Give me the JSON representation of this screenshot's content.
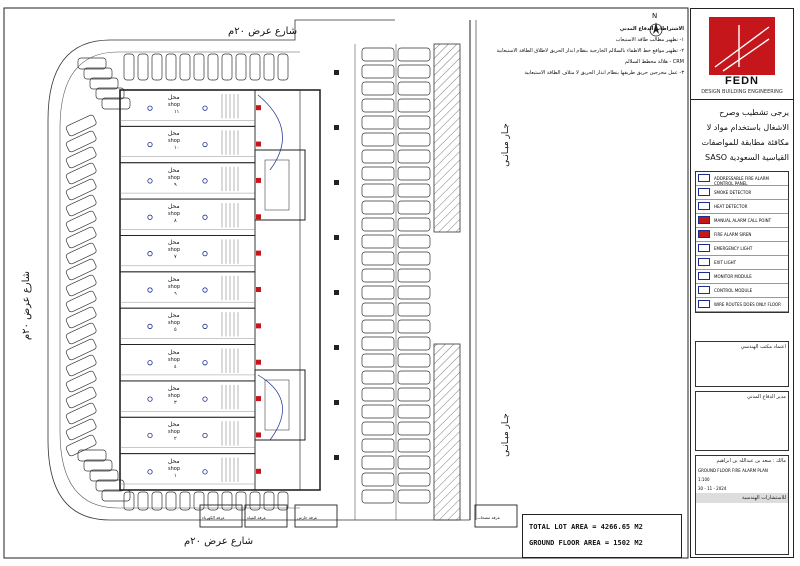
{
  "drawing": {
    "streets": {
      "top": "شارع عرض ٢٠م",
      "left": "شارع عرض ٢٠م",
      "bottom": "شارع عرض ٢٠م",
      "right_top": "جـار مبـانـى",
      "right_bottom": "جـار مبـانـى"
    },
    "shops": [
      {
        "ar": "محل",
        "en": "shop",
        "num": "١١"
      },
      {
        "ar": "محل",
        "en": "shop",
        "num": "١٠"
      },
      {
        "ar": "محل",
        "en": "shop",
        "num": "٩"
      },
      {
        "ar": "محل",
        "en": "shop",
        "num": "٨"
      },
      {
        "ar": "محل",
        "en": "shop",
        "num": "٧"
      },
      {
        "ar": "محل",
        "en": "shop",
        "num": "٦"
      },
      {
        "ar": "محل",
        "en": "shop",
        "num": "٥"
      },
      {
        "ar": "محل",
        "en": "shop",
        "num": "٤"
      },
      {
        "ar": "محل",
        "en": "shop",
        "num": "٣"
      },
      {
        "ar": "محل",
        "en": "shop",
        "num": "٢"
      },
      {
        "ar": "محل",
        "en": "shop",
        "num": "١"
      }
    ],
    "bottom_rooms": [
      "غرفة الكهرباء",
      "غرفة المياه",
      "غرفة حارس",
      "غرفة مضخات"
    ],
    "north_label": "N",
    "plan_notes": {
      "title": "الاشتراطات الدفاع المدني",
      "items": [
        "١- تظهير مطالب طاقة الاستيعاب",
        "٢- تظهير مواقع خط الاطفاء بالسلالم الخارجية بنظام انذار الحريق لاطلاق الطاقة الاستيعابية",
        "CRM - هلالة مخطط السلالم",
        "٣- عمل مخرجين حريق طريقها بنظام انذار الحريق لا متلاف الطاقة الاستيعابية"
      ]
    },
    "areas": {
      "total_lot": "TOTAL LOT AREA  =  4266.65 M2",
      "ground_floor": "GROUND FLOOR AREA  =  1502 M2"
    }
  },
  "title_block": {
    "company": "FEDN",
    "company_sub": "DESIGN BUILDING ENGINEERING",
    "note": "يرجى تشطيب وصرح الاشغال باستخدام مواد لا مكافئة مطابقة للمواصفات القياسية السعودية SASO",
    "legend": [
      "ADDRESSABLE FIRE ALARM CONTROL PANEL",
      "SMOKE DETECTOR",
      "HEAT DETECTOR",
      "MANUAL ALARM CALL POINT",
      "FIRE ALARM SIREN",
      "EMERGENCY LIGHT",
      "EXIT LIGHT",
      "MONITOR MODULE",
      "CONTROL MODULE",
      "WIRE ROUTES DOES ONLY FLOOR"
    ],
    "stamp1": "اعتماد مكتب الهندسي",
    "stamp2": "مدير الدفاع المدني",
    "owner": "مالك : سعد بن عبدالله بن ابراهيم",
    "project": "GROUND FLOOR FIRE ALARM PLAN",
    "scale": "1:100",
    "date": "30 - 11 - 2024",
    "footer": "للاستشارات الهندسية"
  }
}
